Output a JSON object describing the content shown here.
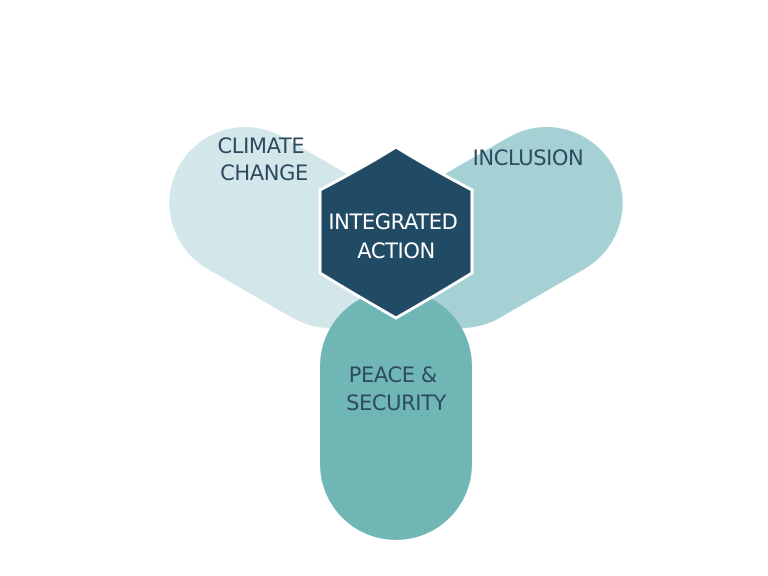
{
  "diagram": {
    "petals": {
      "climate": {
        "line1": "CLIMATE",
        "line2": "CHANGE",
        "color": "#d3e6ea"
      },
      "inclusion": {
        "line1": "INCLUSION",
        "color": "#a5d0d4"
      },
      "peace": {
        "line1": "PEACE &",
        "line2": "SECURITY",
        "color": "#6fb6b5"
      }
    },
    "center": {
      "line1": "INTEGRATED",
      "line2": "ACTION",
      "color": "#214a64",
      "text_color": "#ffffff"
    },
    "label_color": "#2c4b5f"
  }
}
